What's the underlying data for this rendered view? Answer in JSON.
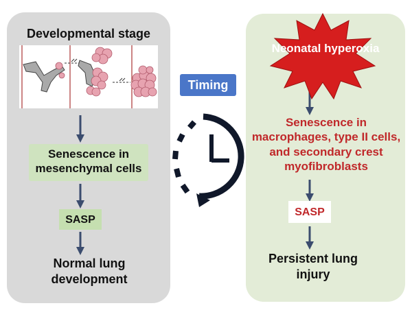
{
  "left_panel": {
    "title": "Developmental stage",
    "senescence_label": "Senescence in mesenchymal cells",
    "sasp_label": "SASP",
    "outcome_label": "Normal lung development"
  },
  "center": {
    "timing_label": "Timing"
  },
  "right_panel": {
    "trigger_label": "Neonatal hyperoxia",
    "senescence_label": "Senescence in macrophages, type II cells, and secondary crest myofibroblasts",
    "sasp_label": "SASP",
    "outcome_label": "Persistent lung injury"
  },
  "colors": {
    "left_panel_bg": "#d9d9d9",
    "right_panel_bg": "#e3ecd7",
    "arrow": "#3b4c6e",
    "timing_bg": "#4a76c8",
    "starburst": "#d61e1e",
    "highlight_red": "#c0282a",
    "alveoli": "#e7a3b0"
  },
  "icons": [
    "lung-development-illustration",
    "clock-icon",
    "starburst-icon"
  ]
}
